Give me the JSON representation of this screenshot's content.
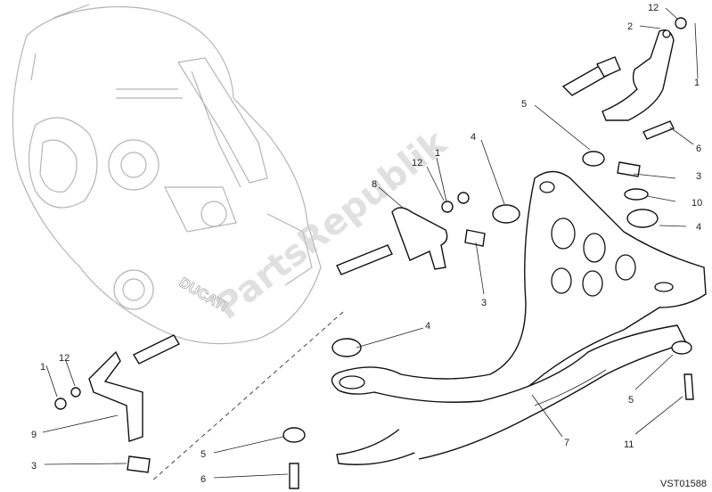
{
  "diagram": {
    "watermark": "PartsRepublik",
    "engine_text": "DUCATI",
    "drawing_code": "VST01588",
    "callouts": [
      {
        "id": "c-12-top",
        "text": "12"
      },
      {
        "id": "c-2-top",
        "text": "2"
      },
      {
        "id": "c-1-top",
        "text": "1"
      },
      {
        "id": "c-5-mid",
        "text": "5"
      },
      {
        "id": "c-6-right",
        "text": "6"
      },
      {
        "id": "c-1-center",
        "text": "1"
      },
      {
        "id": "c-12-center",
        "text": "12"
      },
      {
        "id": "c-4-center",
        "text": "4"
      },
      {
        "id": "c-8-center",
        "text": "8"
      },
      {
        "id": "c-3-right",
        "text": "3"
      },
      {
        "id": "c-10-right",
        "text": "10"
      },
      {
        "id": "c-4-right",
        "text": "4"
      },
      {
        "id": "c-3-center",
        "text": "3"
      },
      {
        "id": "c-4-lower",
        "text": "4"
      },
      {
        "id": "c-1-left",
        "text": "1"
      },
      {
        "id": "c-12-left",
        "text": "12"
      },
      {
        "id": "c-9-left",
        "text": "9"
      },
      {
        "id": "c-3-left",
        "text": "3"
      },
      {
        "id": "c-5-lower",
        "text": "5"
      },
      {
        "id": "c-6-lower",
        "text": "6"
      },
      {
        "id": "c-7-lower",
        "text": "7"
      },
      {
        "id": "c-5-lowright",
        "text": "5"
      },
      {
        "id": "c-11-lowright",
        "text": "11"
      }
    ]
  }
}
